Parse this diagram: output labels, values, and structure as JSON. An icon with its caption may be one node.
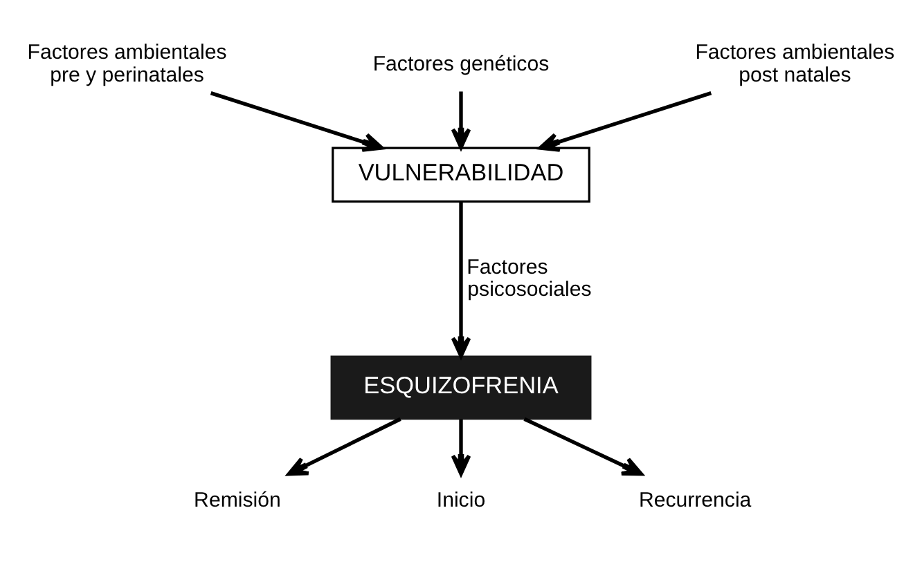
{
  "diagram": {
    "nodes": [
      {
        "text": [
          "Factores genéticos"
        ]
      },
      {
        "text": [
          "Factores ambientales pre y perinatales"
        ]
      },
      {
        "text": [
          "Factores ambientales post natales"
        ]
      },
      {
        "text": [
          "VULNERABILIDAD"
        ]
      },
      {
        "text": [
          "ESQUIZOFRENIA"
        ]
      },
      {
        "text": [
          "Remisión"
        ]
      },
      {
        "text": [
          "Recurrencia"
        ]
      },
      {
        "text": [
          "Inicio"
        ]
      }
    ],
    "edges": [
      {
        "from": 0,
        "to": 3,
        "arrow": "to"
      },
      {
        "from": 1,
        "to": 3,
        "arrow": "to"
      },
      {
        "from": 2,
        "to": 3,
        "arrow": "to"
      },
      {
        "from": 3,
        "to": 4,
        "arrow": "to",
        "label": "Factores psicosociales"
      },
      {
        "from": 4,
        "to": 5,
        "arrow": "to"
      },
      {
        "from": 4,
        "to": 6,
        "arrow": "to"
      },
      {
        "from": 4,
        "to": 7,
        "arrow": "to"
      }
    ]
  }
}
